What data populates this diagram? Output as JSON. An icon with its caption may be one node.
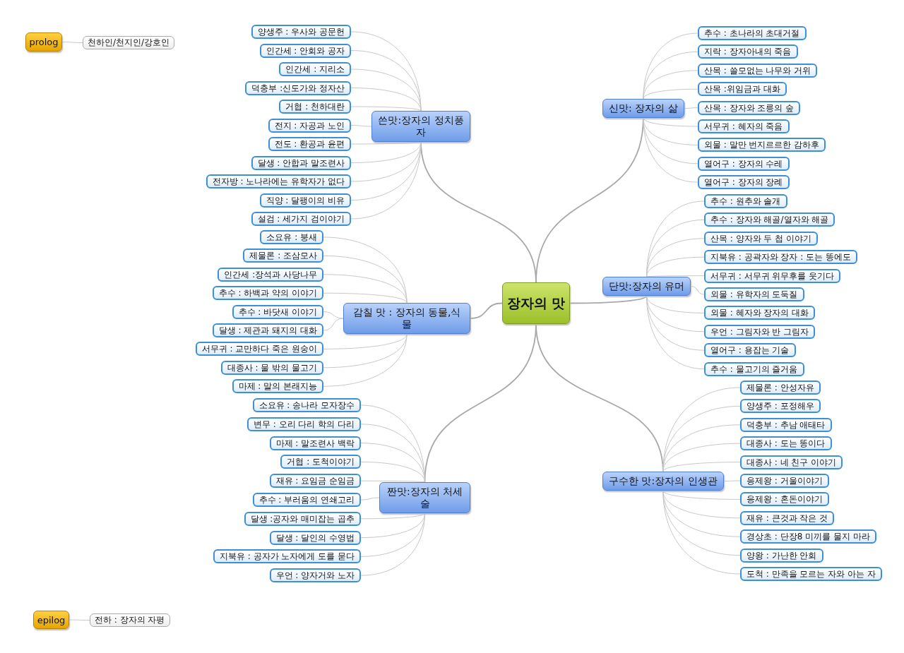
{
  "diagram": {
    "nodes": [
      {
        "text": [
          "장자의 맛"
        ]
      },
      {
        "text": [
          "prolog"
        ]
      },
      {
        "text": [
          "천하인/천지인/강호인"
        ]
      },
      {
        "text": [
          "쓴맛:장자의 정치풍자"
        ]
      },
      {
        "text": [
          "양생주 : 우사와 공문헌"
        ]
      },
      {
        "text": [
          "인간세 : 안회와 공자"
        ]
      },
      {
        "text": [
          "인간세 : 지리소"
        ]
      },
      {
        "text": [
          "덕충부 :신도가와 정자산"
        ]
      },
      {
        "text": [
          "거협 : 천하대란"
        ]
      },
      {
        "text": [
          "전지 : 자공과 노인"
        ]
      },
      {
        "text": [
          "전도 : 환공과 윤편"
        ]
      },
      {
        "text": [
          "달생 : 안합과 말조련사"
        ]
      },
      {
        "text": [
          "전자방 : 노나라에는 유학자가 없다"
        ]
      },
      {
        "text": [
          "직양 : 달팽이의 비유"
        ]
      },
      {
        "text": [
          "설검 : 세가지 검이야기"
        ]
      },
      {
        "text": [
          "감칠 맛 : 장자의 동물,식물"
        ]
      },
      {
        "text": [
          "소요유 : 붕새"
        ]
      },
      {
        "text": [
          "제물론 : 조삼모사"
        ]
      },
      {
        "text": [
          "인간세 :장석과 사당나무"
        ]
      },
      {
        "text": [
          "추수 : 하백과 약의 이야기"
        ]
      },
      {
        "text": [
          "추수 : 바닷새 이야기"
        ]
      },
      {
        "text": [
          "달생 : 제관과 돼지의 대화"
        ]
      },
      {
        "text": [
          "서무귀 : 교만하다 죽은 원숭이"
        ]
      },
      {
        "text": [
          "대종사 : 물 밖의 물고기"
        ]
      },
      {
        "text": [
          "마제 : 말의 본래지능"
        ]
      },
      {
        "text": [
          "짠맛:장자의 처세술"
        ]
      },
      {
        "text": [
          "소요유 : 송나라 모자장수"
        ]
      },
      {
        "text": [
          "변무 : 오리 다리 학의 다리"
        ]
      },
      {
        "text": [
          "마제 : 말조련사 백락"
        ]
      },
      {
        "text": [
          "거협 : 도척이야기"
        ]
      },
      {
        "text": [
          "재유 : 요임금 순임금"
        ]
      },
      {
        "text": [
          "추수 : 부러움의 연쇄고리"
        ]
      },
      {
        "text": [
          "달생 :공자와 매미잡는 곱추"
        ]
      },
      {
        "text": [
          "달생 : 달인의 수영법"
        ]
      },
      {
        "text": [
          "지북유 : 공자가 노자에게 도를 묻다"
        ]
      },
      {
        "text": [
          "우언 : 양자거와 노자"
        ]
      },
      {
        "text": [
          "신맛: 장자의 삶"
        ]
      },
      {
        "text": [
          "추수 : 초나라의 초대거절"
        ]
      },
      {
        "text": [
          "지락 : 장자아내의 죽음"
        ]
      },
      {
        "text": [
          "산목 : 쓸모없는 나무와 거위"
        ]
      },
      {
        "text": [
          "산목 :위임금과 대화"
        ]
      },
      {
        "text": [
          "산목 : 장자와 조릉의 숲"
        ]
      },
      {
        "text": [
          "서무귀 : 혜자의 죽음"
        ]
      },
      {
        "text": [
          "외물 : 말만 번지르르한 감하후"
        ]
      },
      {
        "text": [
          "열어구 : 장자의 수레"
        ]
      },
      {
        "text": [
          "열어구 : 장자의 장례"
        ]
      },
      {
        "text": [
          "단맛:장자의 유머"
        ]
      },
      {
        "text": [
          "추수 : 원추와 솔개"
        ]
      },
      {
        "text": [
          "추수 : 장자와 해골/열자와 해골"
        ]
      },
      {
        "text": [
          "산목 : 양자와 두 첩 이야기"
        ]
      },
      {
        "text": [
          "지북유 : 공곽자와 장자 : 도는 똥에도"
        ]
      },
      {
        "text": [
          "서무귀 : 서무귀 위무후를 웃기다"
        ]
      },
      {
        "text": [
          "외물 : 유학자의 도둑질"
        ]
      },
      {
        "text": [
          "외물 : 혜자와 장자의 대화"
        ]
      },
      {
        "text": [
          "우언 : 그림자와 반 그림자"
        ]
      },
      {
        "text": [
          "열어구 : 용잡는 기술"
        ]
      },
      {
        "text": [
          "추수 : 물고기의 즐거움"
        ]
      },
      {
        "text": [
          "구수한 맛:장자의 인생관"
        ]
      },
      {
        "text": [
          "제물론 : 안성자유"
        ]
      },
      {
        "text": [
          "양생주 : 포정해우"
        ]
      },
      {
        "text": [
          "덕충부 : 추남 애태타"
        ]
      },
      {
        "text": [
          "대종사 : 도는 똥이다"
        ]
      },
      {
        "text": [
          "대종사 : 네 친구 이야기"
        ]
      },
      {
        "text": [
          "응제왕 : 거울이야기"
        ]
      },
      {
        "text": [
          "응제왕 : 혼돈이야기"
        ]
      },
      {
        "text": [
          "재유 : 큰것과 작은 것"
        ]
      },
      {
        "text": [
          "경상초 : 단장8 미끼를 물지 마라"
        ]
      },
      {
        "text": [
          "양왕 : 가난한 안회"
        ]
      },
      {
        "text": [
          "도척 : 만족을 모르는 자와 아는 자"
        ]
      },
      {
        "text": [
          "epilog"
        ]
      },
      {
        "text": [
          "전하 : 장자의 자평"
        ]
      }
    ],
    "edges": [
      {
        "from": 1,
        "to": 2,
        "arrow": "none"
      },
      {
        "from": 0,
        "to": 3,
        "arrow": "none"
      },
      {
        "from": 3,
        "to": 4,
        "arrow": "none"
      },
      {
        "from": 3,
        "to": 5,
        "arrow": "none"
      },
      {
        "from": 3,
        "to": 6,
        "arrow": "none"
      },
      {
        "from": 3,
        "to": 7,
        "arrow": "none"
      },
      {
        "from": 3,
        "to": 8,
        "arrow": "none"
      },
      {
        "from": 3,
        "to": 9,
        "arrow": "none"
      },
      {
        "from": 3,
        "to": 10,
        "arrow": "none"
      },
      {
        "from": 3,
        "to": 11,
        "arrow": "none"
      },
      {
        "from": 3,
        "to": 12,
        "arrow": "none"
      },
      {
        "from": 3,
        "to": 13,
        "arrow": "none"
      },
      {
        "from": 3,
        "to": 14,
        "arrow": "none"
      },
      {
        "from": 0,
        "to": 15,
        "arrow": "none"
      },
      {
        "from": 15,
        "to": 16,
        "arrow": "none"
      },
      {
        "from": 15,
        "to": 17,
        "arrow": "none"
      },
      {
        "from": 15,
        "to": 18,
        "arrow": "none"
      },
      {
        "from": 15,
        "to": 19,
        "arrow": "none"
      },
      {
        "from": 15,
        "to": 20,
        "arrow": "none"
      },
      {
        "from": 15,
        "to": 21,
        "arrow": "none"
      },
      {
        "from": 15,
        "to": 22,
        "arrow": "none"
      },
      {
        "from": 15,
        "to": 23,
        "arrow": "none"
      },
      {
        "from": 15,
        "to": 24,
        "arrow": "none"
      },
      {
        "from": 0,
        "to": 25,
        "arrow": "none"
      },
      {
        "from": 25,
        "to": 26,
        "arrow": "none"
      },
      {
        "from": 25,
        "to": 27,
        "arrow": "none"
      },
      {
        "from": 25,
        "to": 28,
        "arrow": "none"
      },
      {
        "from": 25,
        "to": 29,
        "arrow": "none"
      },
      {
        "from": 25,
        "to": 30,
        "arrow": "none"
      },
      {
        "from": 25,
        "to": 31,
        "arrow": "none"
      },
      {
        "from": 25,
        "to": 32,
        "arrow": "none"
      },
      {
        "from": 25,
        "to": 33,
        "arrow": "none"
      },
      {
        "from": 25,
        "to": 34,
        "arrow": "none"
      },
      {
        "from": 25,
        "to": 35,
        "arrow": "none"
      },
      {
        "from": 0,
        "to": 36,
        "arrow": "none"
      },
      {
        "from": 36,
        "to": 37,
        "arrow": "none"
      },
      {
        "from": 36,
        "to": 38,
        "arrow": "none"
      },
      {
        "from": 36,
        "to": 39,
        "arrow": "none"
      },
      {
        "from": 36,
        "to": 40,
        "arrow": "none"
      },
      {
        "from": 36,
        "to": 41,
        "arrow": "none"
      },
      {
        "from": 36,
        "to": 42,
        "arrow": "none"
      },
      {
        "from": 36,
        "to": 43,
        "arrow": "none"
      },
      {
        "from": 36,
        "to": 44,
        "arrow": "none"
      },
      {
        "from": 36,
        "to": 45,
        "arrow": "none"
      },
      {
        "from": 0,
        "to": 46,
        "arrow": "none"
      },
      {
        "from": 46,
        "to": 47,
        "arrow": "none"
      },
      {
        "from": 46,
        "to": 48,
        "arrow": "none"
      },
      {
        "from": 46,
        "to": 49,
        "arrow": "none"
      },
      {
        "from": 46,
        "to": 50,
        "arrow": "none"
      },
      {
        "from": 46,
        "to": 51,
        "arrow": "none"
      },
      {
        "from": 46,
        "to": 52,
        "arrow": "none"
      },
      {
        "from": 46,
        "to": 53,
        "arrow": "none"
      },
      {
        "from": 46,
        "to": 54,
        "arrow": "none"
      },
      {
        "from": 46,
        "to": 55,
        "arrow": "none"
      },
      {
        "from": 46,
        "to": 56,
        "arrow": "none"
      },
      {
        "from": 0,
        "to": 57,
        "arrow": "none"
      },
      {
        "from": 57,
        "to": 58,
        "arrow": "none"
      },
      {
        "from": 57,
        "to": 59,
        "arrow": "none"
      },
      {
        "from": 57,
        "to": 60,
        "arrow": "none"
      },
      {
        "from": 57,
        "to": 61,
        "arrow": "none"
      },
      {
        "from": 57,
        "to": 62,
        "arrow": "none"
      },
      {
        "from": 57,
        "to": 63,
        "arrow": "none"
      },
      {
        "from": 57,
        "to": 64,
        "arrow": "none"
      },
      {
        "from": 57,
        "to": 65,
        "arrow": "none"
      },
      {
        "from": 57,
        "to": 66,
        "arrow": "none"
      },
      {
        "from": 57,
        "to": 67,
        "arrow": "none"
      },
      {
        "from": 57,
        "to": 68,
        "arrow": "none"
      },
      {
        "from": 69,
        "to": 70,
        "arrow": "none"
      }
    ]
  }
}
